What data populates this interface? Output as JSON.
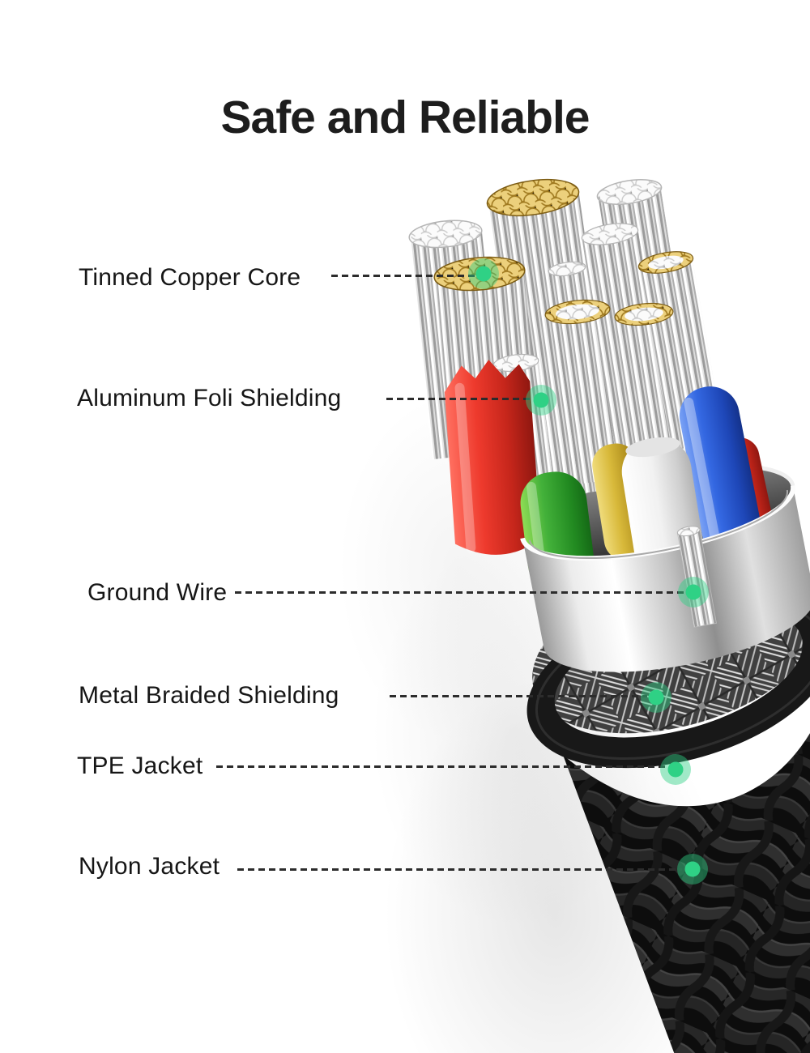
{
  "title": "Safe and Reliable",
  "callouts": [
    {
      "id": "tinned-copper-core",
      "text": "Tinned Copper Core"
    },
    {
      "id": "aluminum-foil-shielding",
      "text": "Aluminum Foli Shielding"
    },
    {
      "id": "ground-wire",
      "text": "Ground Wire"
    },
    {
      "id": "metal-braided-shielding",
      "text": "Metal Braided Shielding"
    },
    {
      "id": "tpe-jacket",
      "text": "TPE Jacket"
    },
    {
      "id": "nylon-jacket",
      "text": "Nylon Jacket"
    }
  ],
  "illustration_parts": [
    "tinned-copper-core",
    "aluminum-foil-shielding",
    "ground-wire",
    "metal-braided-shielding",
    "tpe-jacket",
    "nylon-jacket"
  ],
  "colors": {
    "marker_green": "#2fd185",
    "marker_ring": "rgba(47,209,133,0.45)",
    "title_text": "#1d1d1d",
    "label_text": "#161616",
    "dash_line": "#2c2c2c",
    "copper_gold": "#ecd07c",
    "wire_red": "#ee3a2d",
    "wire_green": "#43b13a",
    "wire_yellow": "#d8b93a",
    "wire_white": "#f1f1f1",
    "wire_blue": "#3468e2",
    "aluminum_silver": "#d9d9d9",
    "jacket_black": "#131313"
  }
}
